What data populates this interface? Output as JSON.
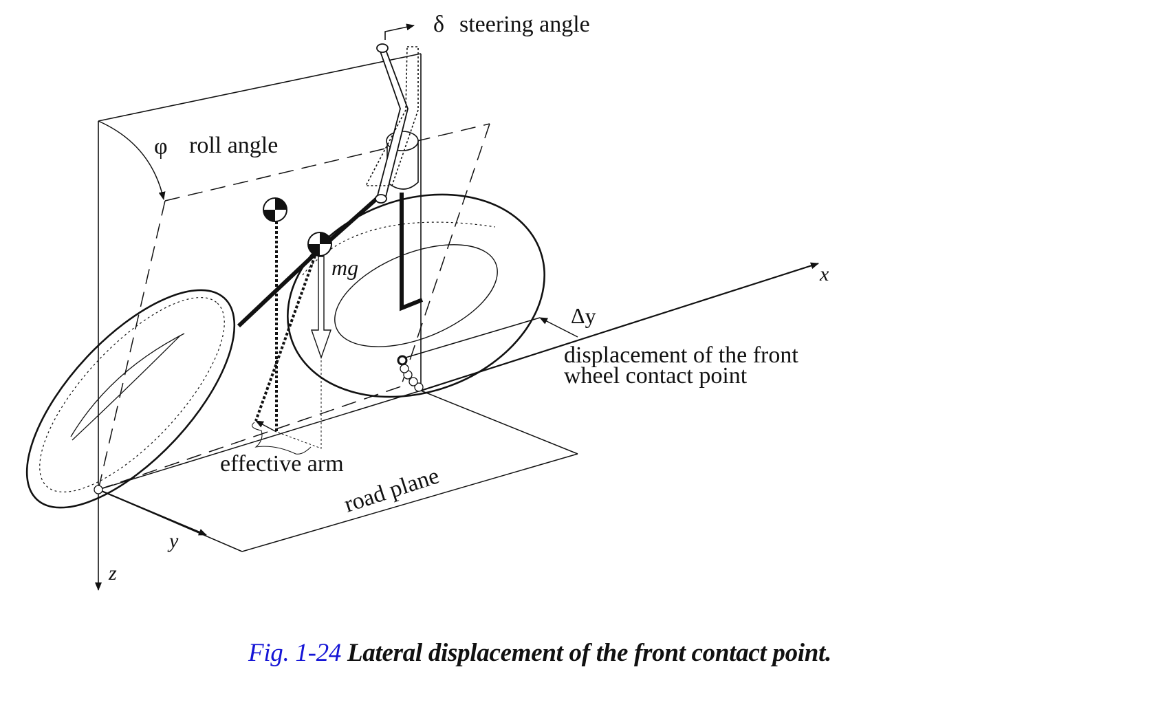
{
  "figure": {
    "labels": {
      "steering_symbol": "δ",
      "steering_text": "steering angle",
      "roll_symbol": "φ",
      "roll_text": "roll angle",
      "weight": "mg",
      "x_axis": "x",
      "y_axis": "y",
      "z_axis": "z",
      "delta_y": "Δy",
      "displacement_line1": "displacement of the front",
      "displacement_line2": "wheel contact point",
      "effective_arm": "effective arm",
      "road_plane": "road plane"
    },
    "caption": {
      "number": "Fig. 1-24",
      "text": "Lateral displacement of the front contact point."
    },
    "colors": {
      "ink": "#111111",
      "caption_number": "#1515d6",
      "background": "#ffffff"
    }
  }
}
